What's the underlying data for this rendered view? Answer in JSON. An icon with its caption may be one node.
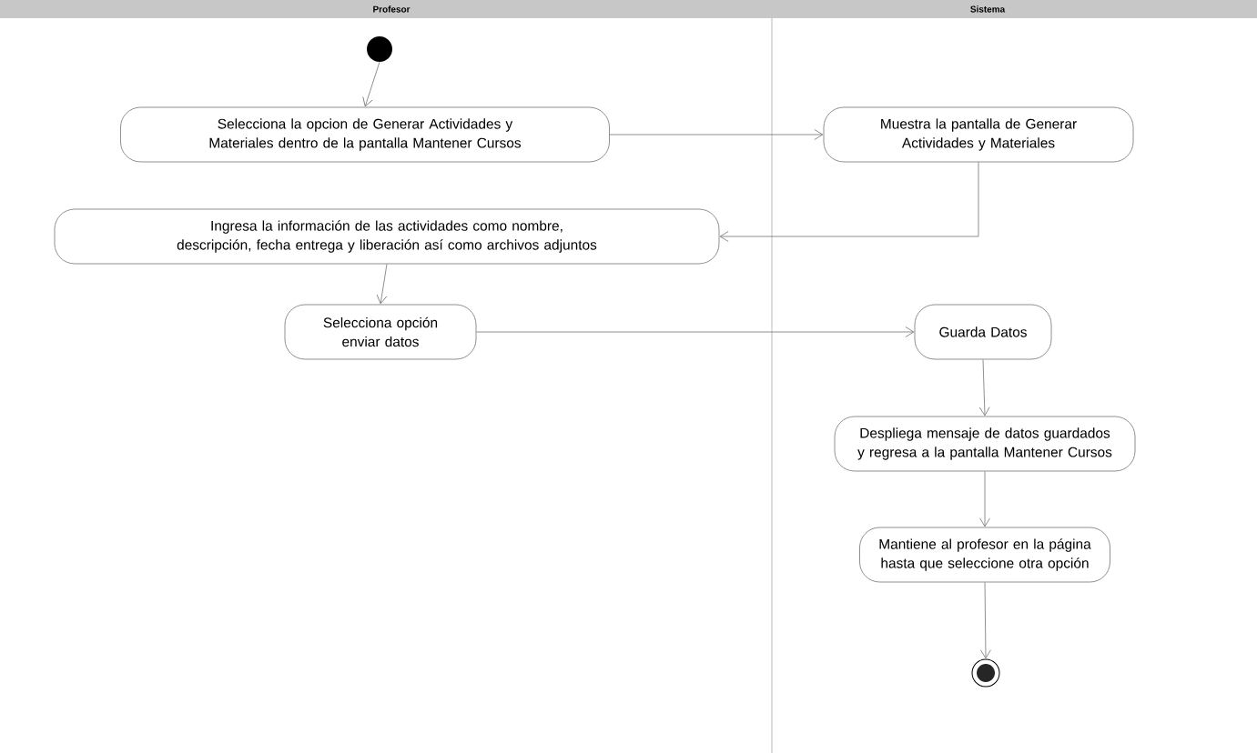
{
  "diagram": {
    "nodes": [
      {
        "text": [],
        "shape": "circle"
      },
      {
        "text": [
          "Selecciona la opcion de Generar Actividades y Materiales dentro de la pantalla Mantener Cursos"
        ]
      },
      {
        "text": [
          "Muestra la pantalla de Generar Actividades y Materiales"
        ]
      },
      {
        "text": [
          "Ingresa la información de las actividades como nombre, descripción, fecha entrega y liberación así como archivos adjuntos"
        ]
      },
      {
        "text": [
          "Selecciona opción enviar datos"
        ]
      },
      {
        "text": [
          "Guarda Datos"
        ]
      },
      {
        "text": [
          "Despliega mensaje de datos guardados y regresa a la pantalla Mantener Cursos"
        ]
      },
      {
        "text": [
          "Mantiene al profesor en la página hasta que seleccione otra opción"
        ]
      },
      {
        "text": [],
        "shape": "bullseye"
      }
    ],
    "edges": [
      {
        "from": 0,
        "to": 1,
        "arrow": "to"
      },
      {
        "from": 1,
        "to": 2,
        "arrow": "to"
      },
      {
        "from": 2,
        "to": 3,
        "arrow": "to"
      },
      {
        "from": 3,
        "to": 4,
        "arrow": "to"
      },
      {
        "from": 4,
        "to": 5,
        "arrow": "to"
      },
      {
        "from": 5,
        "to": 6,
        "arrow": "to"
      },
      {
        "from": 6,
        "to": 7,
        "arrow": "to"
      },
      {
        "from": 7,
        "to": 8,
        "arrow": "to"
      }
    ],
    "labels": [
      "Profesor",
      "Sistema"
    ]
  }
}
